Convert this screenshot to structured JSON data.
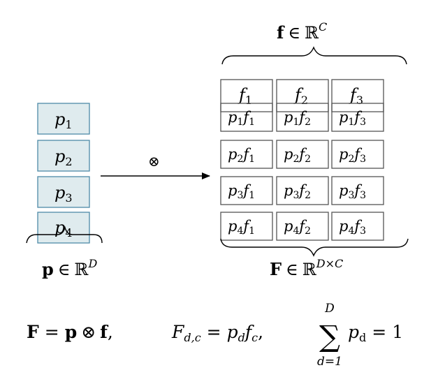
{
  "colors": {
    "p_fill": "#dfebee",
    "p_stroke": "#4e8aa7",
    "f_stroke": "#555555",
    "line": "#000000"
  },
  "p_labels": [
    {
      "var": "p",
      "sub": "1"
    },
    {
      "var": "p",
      "sub": "2"
    },
    {
      "var": "p",
      "sub": "3"
    },
    {
      "var": "p",
      "sub": "4"
    }
  ],
  "f_labels": [
    {
      "var": "f",
      "sub": "1"
    },
    {
      "var": "f",
      "sub": "2"
    },
    {
      "var": "f",
      "sub": "3"
    }
  ],
  "grid": {
    "rows": [
      "1",
      "2",
      "3",
      "4"
    ],
    "cols": [
      "1",
      "2",
      "3"
    ],
    "p_var": "p",
    "f_var": "f"
  },
  "operator": "⊗",
  "captions": {
    "p_space": {
      "bold": "p",
      "rel": "∈",
      "set": "ℝ",
      "sup": "D"
    },
    "f_space": {
      "bold": "f",
      "rel": "∈",
      "set": "ℝ",
      "sup": "C"
    },
    "F_space": {
      "bold": "F",
      "rel": "∈",
      "set": "ℝ",
      "sup": "D×C"
    }
  },
  "equations": {
    "eq1": {
      "lhs": "F",
      "eq": "=",
      "a": "p",
      "op": "⊗",
      "b": "f",
      "tail": ","
    },
    "eq2": {
      "lhs": "F",
      "lhs_sub": "d,c",
      "eq": "=",
      "p": "p",
      "p_sub": "d",
      "f": "f",
      "f_sub": "c",
      "tail": ","
    },
    "eq3": {
      "sum": "∑",
      "upper": "D",
      "lower": "d=1",
      "term": "p",
      "term_sub": "d",
      "eq": "=",
      "rhs": "1"
    }
  }
}
